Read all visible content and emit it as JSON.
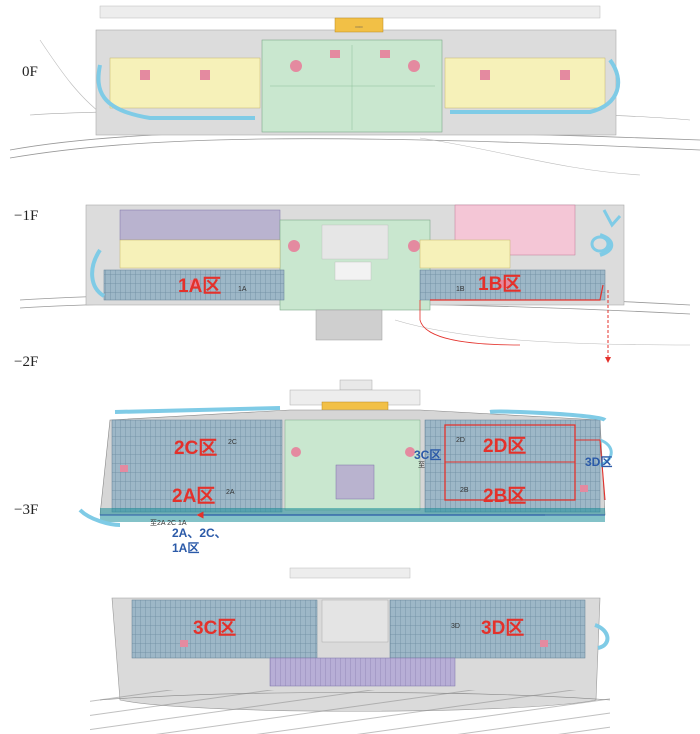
{
  "floors": {
    "f0": "0F",
    "fm1": "−1F",
    "fm2": "−2F",
    "fm3": "−3F"
  },
  "zones": {
    "z1a": "1A区",
    "z1b": "1B区",
    "z2c": "2C区",
    "z2a": "2A区",
    "z2d": "2D区",
    "z2b": "2B区",
    "z3c": "3C区",
    "z3d": "3D区"
  },
  "small": {
    "s1a": "1A",
    "s1b": "1B",
    "s2c": "2C",
    "s2a": "2A",
    "s2d": "2D",
    "s2b": "2B",
    "s3d": "3D"
  },
  "blue": {
    "to3c_zhi": "至",
    "to3c": "3C区",
    "to3d": "3D区",
    "bottom_line1": "至2A  2C  1A",
    "bottom_line2": "2A、2C、",
    "bottom_line3": "1A区"
  },
  "colors": {
    "zone_red": "#e4312b",
    "route_blue": "#2b5aa8",
    "plaza_green": "#c9e7cf",
    "parking_yellow": "#f6f1b9",
    "parking_blue": "#8fb0c2",
    "office_pink": "#f4c6d6",
    "office_purple": "#b9b3cf",
    "concourse_orange": "#f2c046",
    "water_cyan": "#7fcbe6"
  }
}
